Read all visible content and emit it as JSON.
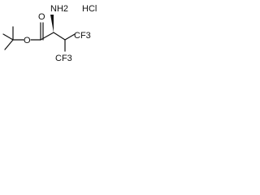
{
  "labels": {
    "hydrochloride": "HCl",
    "amino_group": "NH2",
    "carbonyl_oxygen": "O",
    "ester_oxygen": "O",
    "cf3_upper": "CF3",
    "cf3_lower": "CF3"
  }
}
